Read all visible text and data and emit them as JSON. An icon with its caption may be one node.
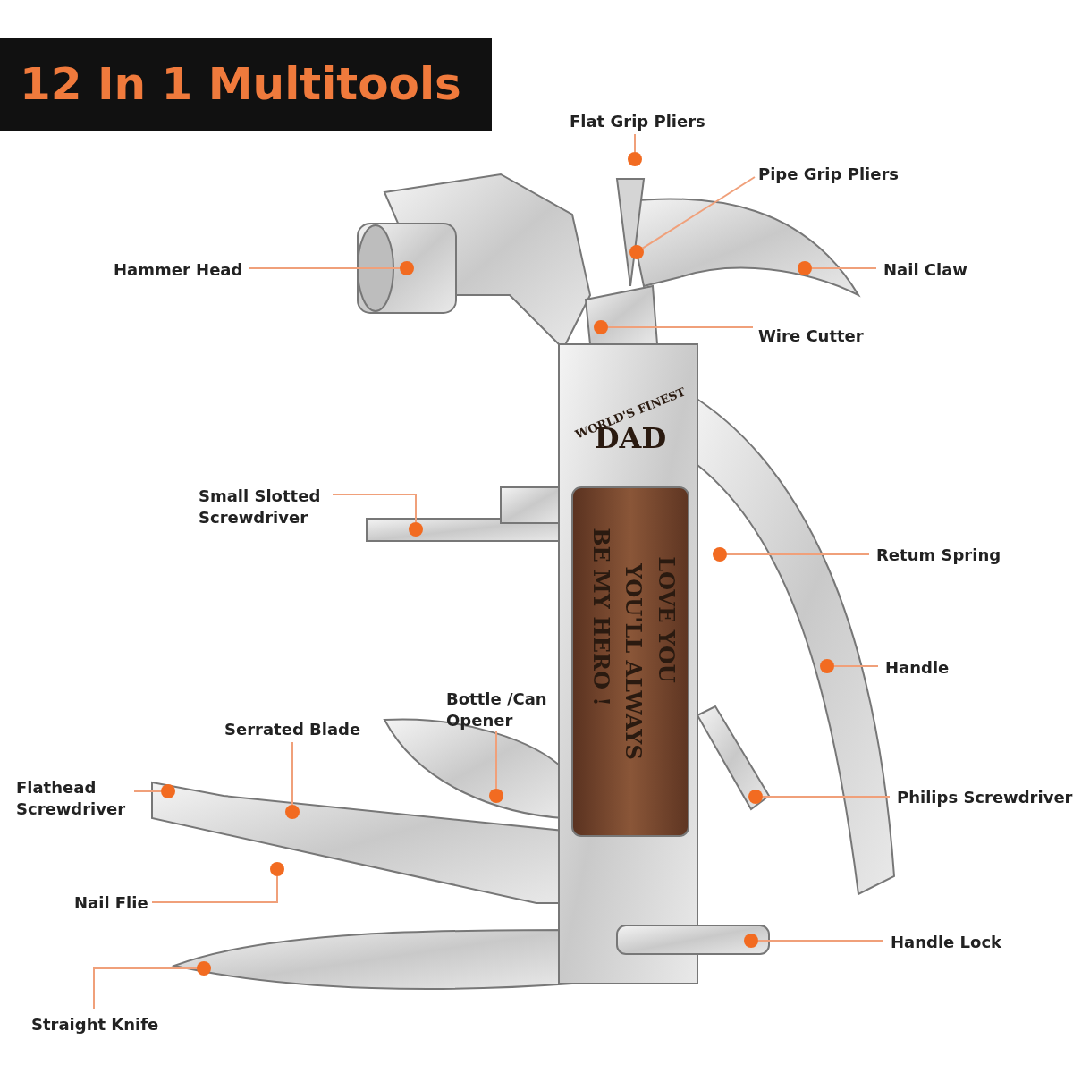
{
  "diagram": {
    "title": "12 In 1 Multitools",
    "nodes": [
      {
        "text": [
          "Flat Grip Pliers"
        ]
      },
      {
        "text": [
          "Pipe Grip Pliers"
        ]
      },
      {
        "text": [
          "Hammer Head"
        ]
      },
      {
        "text": [
          "Nail Claw"
        ]
      },
      {
        "text": [
          "Wire Cutter"
        ]
      },
      {
        "text": [
          "Small Slotted Screwdriver"
        ]
      },
      {
        "text": [
          "Retum Spring"
        ]
      },
      {
        "text": [
          "Handle"
        ]
      },
      {
        "text": [
          "Bottle /Can Opener"
        ]
      },
      {
        "text": [
          "Serrated Blade"
        ]
      },
      {
        "text": [
          "Flathead Screwdriver"
        ]
      },
      {
        "text": [
          "Philips Screwdriver"
        ]
      },
      {
        "text": [
          "Nail Flie"
        ]
      },
      {
        "text": [
          "Handle Lock"
        ]
      },
      {
        "text": [
          "Straight Knife"
        ]
      },
      {
        "text": [],
        "shape": "circle"
      },
      {
        "text": [],
        "shape": "circle"
      },
      {
        "text": [],
        "shape": "circle"
      },
      {
        "text": [],
        "shape": "circle"
      },
      {
        "text": [],
        "shape": "circle"
      },
      {
        "text": [],
        "shape": "circle"
      },
      {
        "text": [],
        "shape": "circle"
      },
      {
        "text": [],
        "shape": "circle"
      },
      {
        "text": [],
        "shape": "circle"
      },
      {
        "text": [],
        "shape": "circle"
      },
      {
        "text": [],
        "shape": "circle"
      },
      {
        "text": [],
        "shape": "circle"
      },
      {
        "text": [],
        "shape": "circle"
      },
      {
        "text": [],
        "shape": "circle"
      },
      {
        "text": [],
        "shape": "circle"
      }
    ],
    "edges": [
      {
        "from": 0,
        "to": 15,
        "arrow": "none"
      },
      {
        "from": 1,
        "to": 16,
        "arrow": "none"
      },
      {
        "from": 2,
        "to": 17,
        "arrow": "none"
      },
      {
        "from": 3,
        "to": 18,
        "arrow": "none"
      },
      {
        "from": 4,
        "to": 19,
        "arrow": "none"
      },
      {
        "from": 5,
        "to": 20,
        "arrow": "none"
      },
      {
        "from": 6,
        "to": 21,
        "arrow": "none"
      },
      {
        "from": 7,
        "to": 22,
        "arrow": "none"
      },
      {
        "from": 8,
        "to": 23,
        "arrow": "none"
      },
      {
        "from": 9,
        "to": 24,
        "arrow": "none"
      },
      {
        "from": 10,
        "to": 25,
        "arrow": "none"
      },
      {
        "from": 11,
        "to": 26,
        "arrow": "none"
      },
      {
        "from": 12,
        "to": 27,
        "arrow": "none"
      },
      {
        "from": 13,
        "to": 28,
        "arrow": "none"
      },
      {
        "from": 14,
        "to": 29,
        "arrow": "none"
      }
    ],
    "labels": [
      "WORLD'S FINEST",
      "DAD",
      "LOVE YOU",
      "YOU'LL ALWAYS",
      "BE MY HERO !"
    ]
  }
}
